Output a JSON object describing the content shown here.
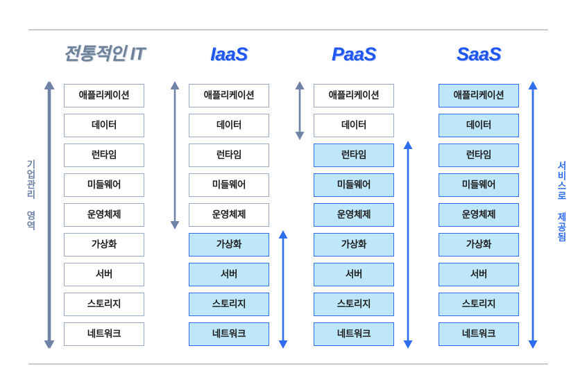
{
  "diagram": {
    "title_left_axis": "기업관리 영역",
    "title_right_axis": "서비스로 제공됨",
    "layers": [
      "애플리케이션",
      "데이터",
      "런타임",
      "미들웨어",
      "운영체제",
      "가상화",
      "서버",
      "스토리지",
      "네트워크"
    ],
    "colors": {
      "managed_accent": "#6f83a6",
      "service_accent": "#2f6ef0",
      "highlight_fill": "#bfe7fa",
      "plain_border": "#9aa9c6",
      "rule": "#c6ccd4",
      "legacy_header": "#6e819b",
      "cloud_header": "#1f56ef"
    },
    "columns": [
      {
        "id": "traditional-it",
        "header": "전통적인 IT",
        "header_style": "legacy",
        "cells": [
          {
            "label": "애플리케이션",
            "highlighted": false
          },
          {
            "label": "데이터",
            "highlighted": false
          },
          {
            "label": "런타임",
            "highlighted": false
          },
          {
            "label": "미들웨어",
            "highlighted": false
          },
          {
            "label": "운영체제",
            "highlighted": false
          },
          {
            "label": "가상화",
            "highlighted": false
          },
          {
            "label": "서버",
            "highlighted": false
          },
          {
            "label": "스토리지",
            "highlighted": false
          },
          {
            "label": "네트워크",
            "highlighted": false
          }
        ],
        "managed_range": [
          1,
          9
        ],
        "service_range": null
      },
      {
        "id": "iaas",
        "header": "IaaS",
        "header_style": "cloud",
        "cells": [
          {
            "label": "애플리케이션",
            "highlighted": false
          },
          {
            "label": "데이터",
            "highlighted": false
          },
          {
            "label": "런타임",
            "highlighted": false
          },
          {
            "label": "미들웨어",
            "highlighted": false
          },
          {
            "label": "운영체제",
            "highlighted": false
          },
          {
            "label": "가상화",
            "highlighted": true
          },
          {
            "label": "서버",
            "highlighted": true
          },
          {
            "label": "스토리지",
            "highlighted": true
          },
          {
            "label": "네트워크",
            "highlighted": true
          }
        ],
        "managed_range": [
          1,
          5
        ],
        "service_range": [
          6,
          9
        ]
      },
      {
        "id": "paas",
        "header": "PaaS",
        "header_style": "cloud",
        "cells": [
          {
            "label": "애플리케이션",
            "highlighted": false
          },
          {
            "label": "데이터",
            "highlighted": false
          },
          {
            "label": "런타임",
            "highlighted": true
          },
          {
            "label": "미들웨어",
            "highlighted": true
          },
          {
            "label": "운영체제",
            "highlighted": true
          },
          {
            "label": "가상화",
            "highlighted": true
          },
          {
            "label": "서버",
            "highlighted": true
          },
          {
            "label": "스토리지",
            "highlighted": true
          },
          {
            "label": "네트워크",
            "highlighted": true
          }
        ],
        "managed_range": [
          1,
          2
        ],
        "service_range": [
          3,
          9
        ]
      },
      {
        "id": "saas",
        "header": "SaaS",
        "header_style": "cloud",
        "cells": [
          {
            "label": "애플리케이션",
            "highlighted": true
          },
          {
            "label": "데이터",
            "highlighted": true
          },
          {
            "label": "런타임",
            "highlighted": true
          },
          {
            "label": "미들웨어",
            "highlighted": true
          },
          {
            "label": "운영체제",
            "highlighted": true
          },
          {
            "label": "가상화",
            "highlighted": true
          },
          {
            "label": "서버",
            "highlighted": true
          },
          {
            "label": "스토리지",
            "highlighted": true
          },
          {
            "label": "네트워크",
            "highlighted": true
          }
        ],
        "managed_range": null,
        "service_range": [
          1,
          9
        ]
      }
    ]
  }
}
